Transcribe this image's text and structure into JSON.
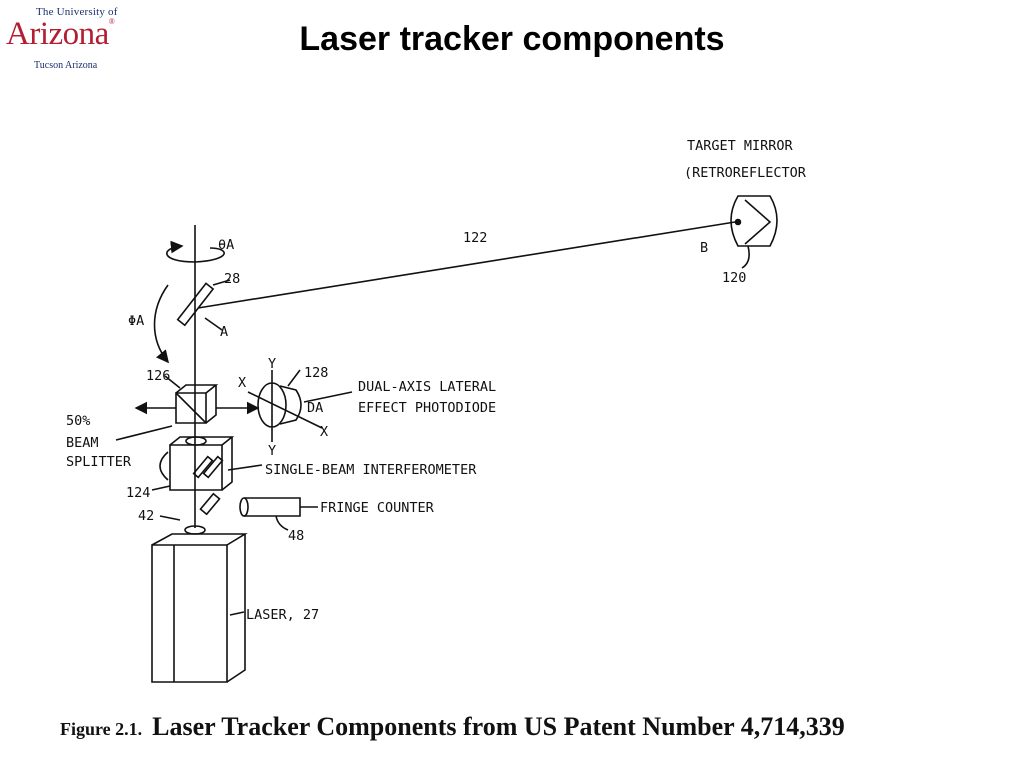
{
  "header": {
    "logo": {
      "line1": "The University of",
      "name": "Arizona",
      "trademark": "®",
      "line3": "Tucson Arizona"
    },
    "title": "Laser tracker components"
  },
  "diagram": {
    "labels": {
      "target_mirror": "TARGET MIRROR",
      "retroreflector": "(RETROREFLECTOR",
      "ref_122": "122",
      "ref_120": "120",
      "ref_b": "B",
      "theta_a": "θA",
      "ref_28": "28",
      "phi_a": "ΦA",
      "ref_a": "A",
      "ref_126": "126",
      "y_top": "Y",
      "ref_128": "128",
      "x_left": "X",
      "dual_axis_1": "DUAL-AXIS LATERAL",
      "dual_axis_2": "EFFECT PHOTODIODE",
      "da": "DA",
      "x_right": "X",
      "y_bottom": "Y",
      "pct_50": "50%",
      "beam": "BEAM",
      "splitter": "SPLITTER",
      "interferometer": "SINGLE-BEAM INTERFEROMETER",
      "ref_124": "124",
      "ref_42": "42",
      "fringe_counter": "FRINGE COUNTER",
      "ref_48": "48",
      "laser": "LASER, 27"
    }
  },
  "caption": {
    "figure": "Figure 2.1.",
    "text": "Laser Tracker Components from US Patent Number 4,714,339"
  }
}
